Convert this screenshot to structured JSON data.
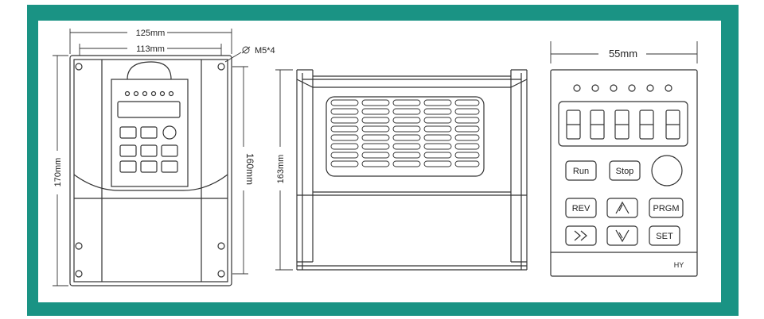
{
  "colors": {
    "frame": "#1a9384",
    "line": "#333333",
    "panel": "#ffffff"
  },
  "dimensions": {
    "width_outer": "125mm",
    "width_inner": "113mm",
    "hole": "M5*4",
    "height_outer": "170mm",
    "height_inner": "160mm",
    "side_height": "163mm",
    "keypad_width": "55mm"
  },
  "keypad": {
    "buttons": [
      "Run",
      "Stop",
      "REV",
      "PRGM",
      "SET"
    ],
    "brand": "HY",
    "icons": [
      "knob-icon",
      "up-arrow-icon",
      "down-arrow-icon",
      "fast-forward-icon"
    ]
  }
}
